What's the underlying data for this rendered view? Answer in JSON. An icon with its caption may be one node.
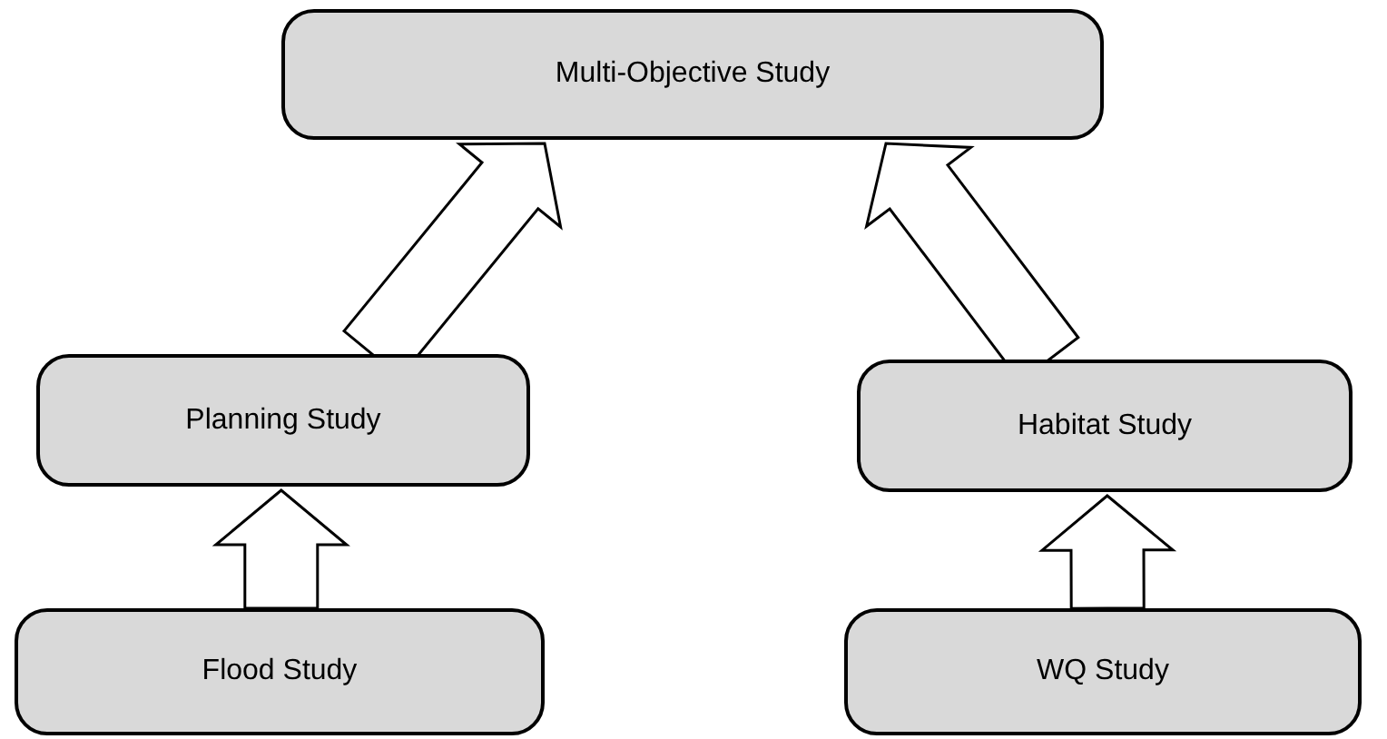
{
  "diagram": {
    "nodes": [
      {
        "text": [
          "Multi-Objective Study"
        ]
      },
      {
        "text": [
          "Planning Study"
        ]
      },
      {
        "text": [
          "Habitat Study"
        ]
      },
      {
        "text": [
          "Flood Study"
        ]
      },
      {
        "text": [
          "WQ Study"
        ]
      }
    ],
    "edges": [
      {
        "from": 1,
        "to": 0,
        "arrow": "to"
      },
      {
        "from": 2,
        "to": 0,
        "arrow": "to"
      },
      {
        "from": 3,
        "to": 1,
        "arrow": "to"
      },
      {
        "from": 4,
        "to": 2,
        "arrow": "to"
      }
    ]
  }
}
